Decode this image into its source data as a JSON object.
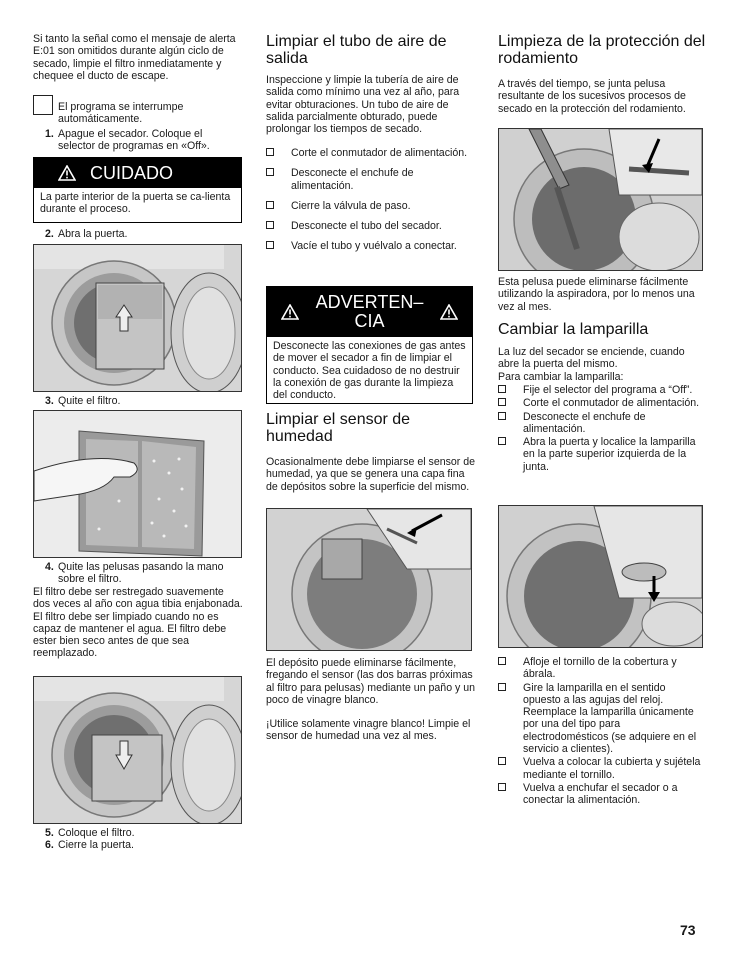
{
  "col1": {
    "intro": "Si tanto la señal como el mensaje de alerta E:01 son omitidos durante algún ciclo de secado, limpie el filtro inmediatamente y chequee el ducto de escape.",
    "note": "El programa se interrumpe automáticamente.",
    "step1": {
      "num": "1.",
      "text": "Apague el secador. Coloque el selector de programas en «Off»."
    },
    "caution": {
      "title": "CUIDADO",
      "body": "La parte interior de la puerta se ca-lienta durante el proceso."
    },
    "step2": {
      "num": "2.",
      "text": "Abra la puerta."
    },
    "step3": {
      "num": "3.",
      "text": "Quite el filtro."
    },
    "step4": {
      "num": "4.",
      "text": "Quite las pelusas pasando la mano sobre el filtro."
    },
    "filter_text": "El filtro debe ser restregado suavemente dos veces al año con agua tibia enjabonada. El filtro debe ser limpiado cuando no es capaz de mantener el agua. El filtro debe ester bien seco antes de que sea reemplazado.",
    "step5": {
      "num": "5.",
      "text": "Coloque el filtro."
    },
    "step6": {
      "num": "6.",
      "text": "Cierre la puerta."
    }
  },
  "col2": {
    "heading1": "Limpiar el tubo de aire de salida",
    "para1": "Inspeccione y limpie la tubería de aire de salida como mínimo una vez al año, para evitar obturaciones. Un tubo de aire de salida parcialmente obturado, puede prolongar los tiempos de secado.",
    "items1": [
      "Corte el conmutador de alimentación.",
      "Desconecte el enchufe de alimentación.",
      "Cierre la válvula de paso.",
      "Desconecte el tubo del secador.",
      "Vacíe el tubo y vuélvalo a conectar."
    ],
    "warning": {
      "title_line1": "ADVERTEN–",
      "title_line2": "CIA",
      "body": "Desconecte las conexiones de gas antes de mover el secador a fin de limpiar el conducto. Sea cuidadoso de no destruir la conexión de gas durante la limpieza del conducto."
    },
    "heading2": "Limpiar el sensor de humedad",
    "para2": "Ocasionalmente debe limpiarse el sensor de humedad, ya que se genera una capa fina de depósitos sobre la superficie del mismo.",
    "para3": "El depósito puede eliminarse fácilmente, fregando el sensor (las dos barras próximas al filtro para pelusas) mediante un paño y un poco de vinagre blanco.",
    "para4": "¡Utilice solamente vinagre blanco! Limpie el sensor de humedad una vez al mes."
  },
  "col3": {
    "heading1": "Limpieza de la protección del rodamiento",
    "para1": "A través del tiempo, se junta pelusa resultante de los sucesivos procesos de secado en la protección del rodamiento.",
    "para2": "Esta pelusa puede eliminarse fácilmente utilizando la aspiradora, por lo menos una vez al mes.",
    "heading2": "Cambiar la lamparilla",
    "para3": "La luz del secador se enciende, cuando abre la puerta del mismo.",
    "para4": "Para cambiar la lamparilla:",
    "items1": [
      "Fije el selector del programa a “Off”.",
      "Corte el conmutador de alimentación.",
      "Desconecte el enchufe de alimentación.",
      "Abra la puerta y localice la lamparilla en la parte superior izquierda de la junta."
    ],
    "items2": [
      "Afloje el tornillo de la cobertura y ábrala.",
      "Gire la lamparilla en el sentido opuesto a las agujas del reloj. Reemplace la lamparilla únicamente por una del tipo para electrodomésticos (se adquiere en el servicio a clientes).",
      "Vuelva a colocar la cubierta y sujétela mediante el tornillo.",
      "Vuelva a enchufar el secador o a conectar la alimentación."
    ]
  },
  "page_number": "73"
}
